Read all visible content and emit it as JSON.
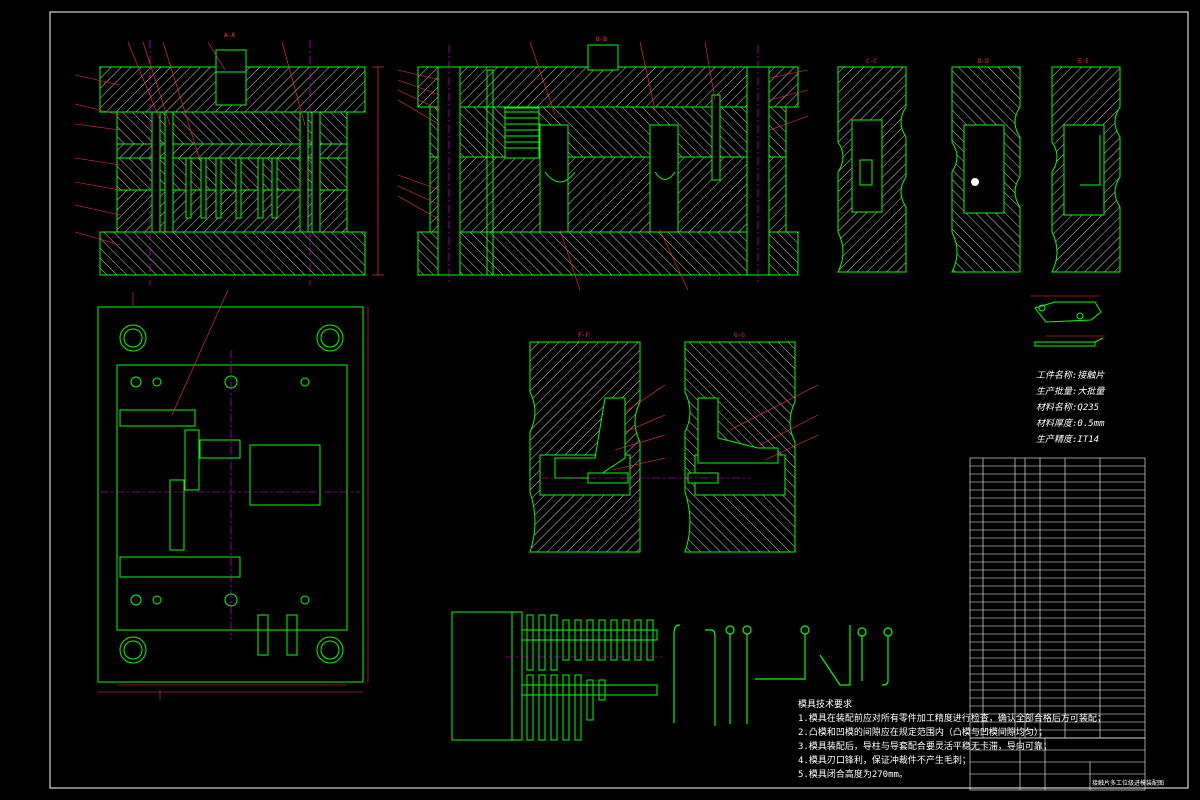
{
  "drawing": {
    "background": "#000000",
    "colors": {
      "frame": "#ffffff",
      "outline": "#00ff00",
      "hatch": "#ffffff",
      "dimension": "#ff3333",
      "centerline": "#ff00ff",
      "text": "#ffffff"
    }
  },
  "views": {
    "section_a": {
      "label": "A-A"
    },
    "section_b": {
      "label": "B-B"
    },
    "section_c": {
      "label": "C-C"
    },
    "section_d": {
      "label": "D-D"
    },
    "section_e": {
      "label": "E-E"
    },
    "section_f": {
      "label": "F-F"
    },
    "section_g": {
      "label": "G-G"
    }
  },
  "part_spec": {
    "lines": [
      "工件名称:接触片",
      "生产批量:大批量",
      "材料名称:Q235",
      "材料厚度:0.5mm",
      "生产精度:IT14"
    ]
  },
  "tech_requirements": {
    "title": "模具技术要求",
    "items": [
      "1.模具在装配前应对所有零件加工精度进行检查，确认全部合格后方可装配；",
      "2.凸模和凹模的间隙应在规定范围内（凸模与凹模间隙均匀）；",
      "3.模具装配后，导柱与导套配合要灵活平稳无卡滞，导向可靠；",
      "4.模具刃口锋利，保证冲裁件不产生毛刺；",
      "5.模具闭合高度为270mm。"
    ]
  },
  "title_block": {
    "drawing_title": "接触片多工位级进模装配图"
  }
}
